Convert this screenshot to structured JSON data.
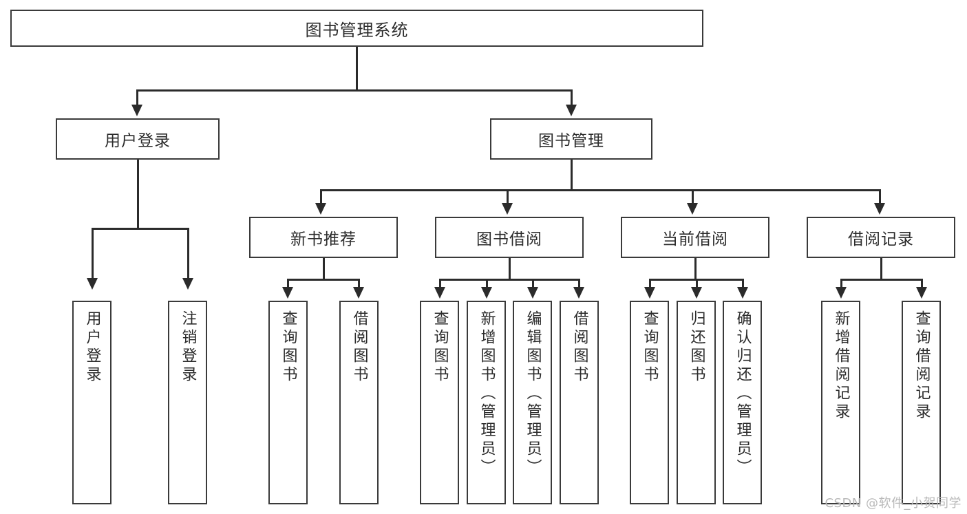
{
  "diagram": {
    "title": "图书管理系统",
    "root": {
      "label": "图书管理系统"
    },
    "level2": [
      {
        "label": "用户登录"
      },
      {
        "label": "图书管理"
      }
    ],
    "level3": [
      {
        "label": "新书推荐"
      },
      {
        "label": "图书借阅"
      },
      {
        "label": "当前借阅"
      },
      {
        "label": "借阅记录"
      }
    ],
    "leaves": {
      "user_login": [
        {
          "label": "用户登录"
        },
        {
          "label": "注销登录"
        }
      ],
      "new_book_recommend": [
        {
          "label": "查询图书"
        },
        {
          "label": "借阅图书"
        }
      ],
      "book_borrow": [
        {
          "label": "查询图书"
        },
        {
          "label": "新增图书（管理员）"
        },
        {
          "label": "编辑图书（管理员）"
        },
        {
          "label": "借阅图书"
        }
      ],
      "current_borrow": [
        {
          "label": "查询图书"
        },
        {
          "label": "归还图书"
        },
        {
          "label": "确认归还（管理员）"
        }
      ],
      "borrow_record": [
        {
          "label": "新增借阅记录"
        },
        {
          "label": "查询借阅记录"
        }
      ]
    }
  },
  "watermark": {
    "text": "CSDN @软件_小贺同学"
  },
  "colors": {
    "box_border": "#3a3a3a",
    "line": "#2b2b2b",
    "text": "#2b2b2b",
    "background": "#ffffff",
    "watermark": "#b9b9b9"
  }
}
